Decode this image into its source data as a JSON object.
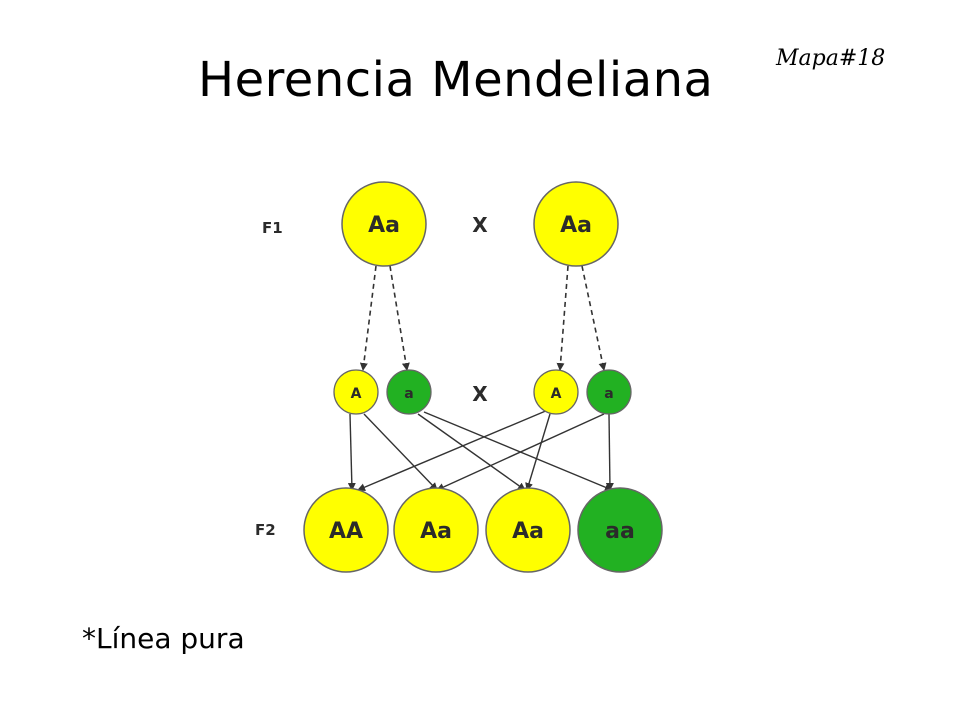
{
  "title": "Herencia Mendeliana",
  "map_id": "Mapa#18",
  "note": "*Línea pura",
  "colors": {
    "dominant": "#ffff00",
    "recessive": "#22b122",
    "stroke": "#666666",
    "arrow": "#333333"
  },
  "diagram": {
    "generation_labels": {
      "f1": "F1",
      "f2": "F2"
    },
    "cross_symbol": "X",
    "parents": [
      "Aa",
      "Aa"
    ],
    "gametes": [
      "A",
      "a",
      "A",
      "a"
    ],
    "offspring": [
      "AA",
      "Aa",
      "Aa",
      "aa"
    ]
  }
}
